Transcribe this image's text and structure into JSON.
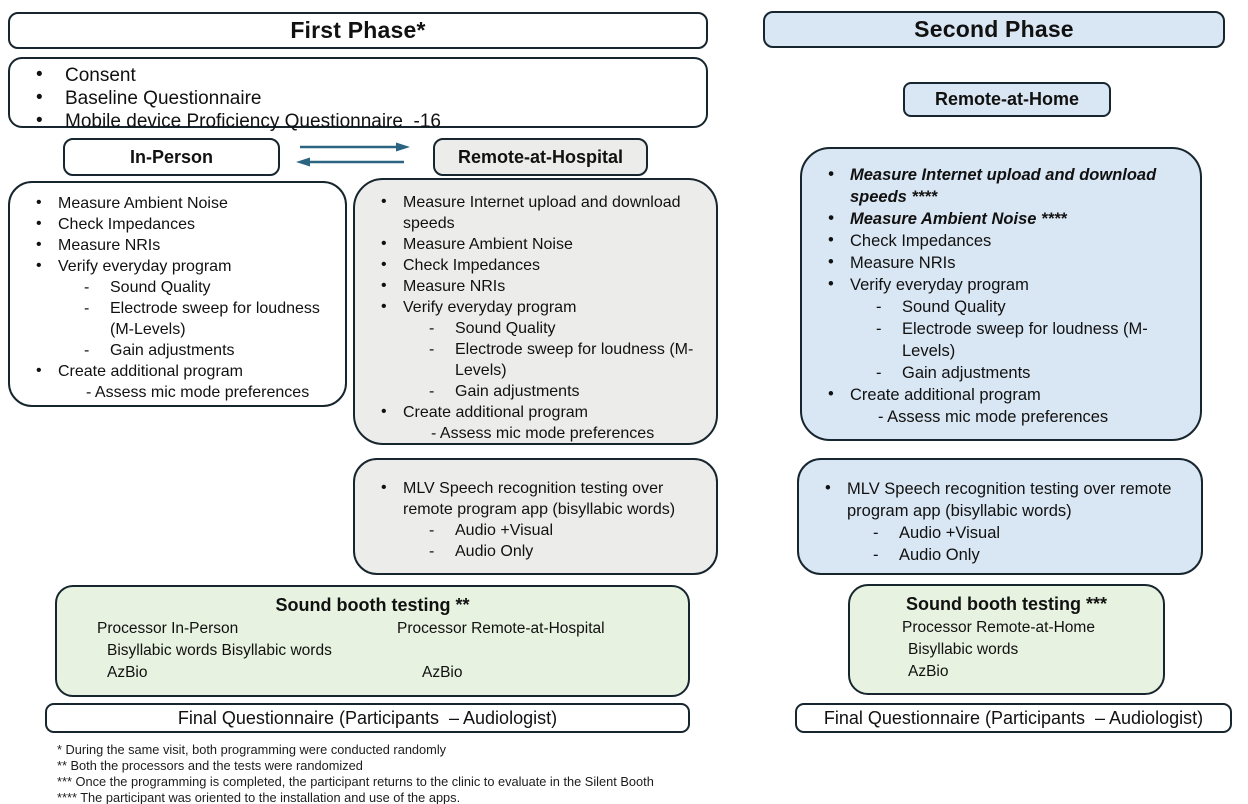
{
  "colors": {
    "blue_fill": "#d9e6f3",
    "gray_fill": "#ececeb",
    "green_fill": "#e7f2e0",
    "border_dark": "#17262e",
    "arrow": "#2a6480"
  },
  "first_phase": {
    "title": "First Phase*",
    "intake_items": [
      "Consent",
      "Baseline Questionnaire",
      "Mobile device Proficiency Questionnaire  -16"
    ],
    "in_person_label": "In-Person",
    "remote_at_hospital_label": "Remote-at-Hospital",
    "in_person_items": [
      "Measure Ambient Noise",
      "Check Impedances",
      "Measure NRIs",
      "Verify everyday program",
      "Sound Quality",
      "Electrode sweep for loudness (M-Levels)",
      "Gain adjustments",
      "Create additional program",
      "Assess mic mode preferences"
    ],
    "remote_hospital_items": [
      "Measure Internet upload and download speeds",
      "Measure Ambient Noise",
      "Check Impedances",
      "Measure NRIs",
      "Verify everyday program",
      "Sound Quality",
      "Electrode sweep for loudness (M-Levels)",
      "Gain adjustments",
      "Create additional program",
      "Assess mic mode preferences"
    ],
    "mlv_items": [
      "MLV Speech recognition testing over remote program app (bisyllabic words)",
      "Audio +Visual",
      "Audio Only"
    ],
    "sound_booth": {
      "title": "Sound booth testing **",
      "left_rows": [
        "Processor In-Person",
        "Bisyllabic words Bisyllabic words",
        "AzBio"
      ],
      "right_rows": [
        "Processor Remote-at-Hospital",
        "",
        "AzBio"
      ]
    },
    "final_label": "Final Questionnaire (Participants  – Audiologist)"
  },
  "second_phase": {
    "title": "Second Phase",
    "remote_at_home_label": "Remote-at-Home",
    "items": [
      "Measure Internet upload and download speeds ****",
      "Measure Ambient Noise ****",
      "Check Impedances",
      "Measure NRIs",
      "Verify everyday program",
      "Sound Quality",
      "Electrode sweep for loudness (M-Levels)",
      "Gain adjustments",
      "Create additional program",
      "Assess mic mode preferences"
    ],
    "mlv_items": [
      "MLV Speech recognition testing over remote program app (bisyllabic words)",
      "Audio +Visual",
      "Audio Only"
    ],
    "sound_booth": {
      "title": "Sound booth testing ***",
      "rows": [
        "Processor Remote-at-Home",
        "Bisyllabic words",
        "AzBio"
      ]
    },
    "final_label": "Final Questionnaire (Participants  – Audiologist)"
  },
  "footnotes": [
    "* During the same visit, both programming were conducted randomly",
    "** Both the processors and the tests were randomized",
    "*** Once the programming is completed, the participant returns to the clinic to evaluate in the Silent Booth",
    "**** The participant was oriented to the installation and use of the apps."
  ]
}
